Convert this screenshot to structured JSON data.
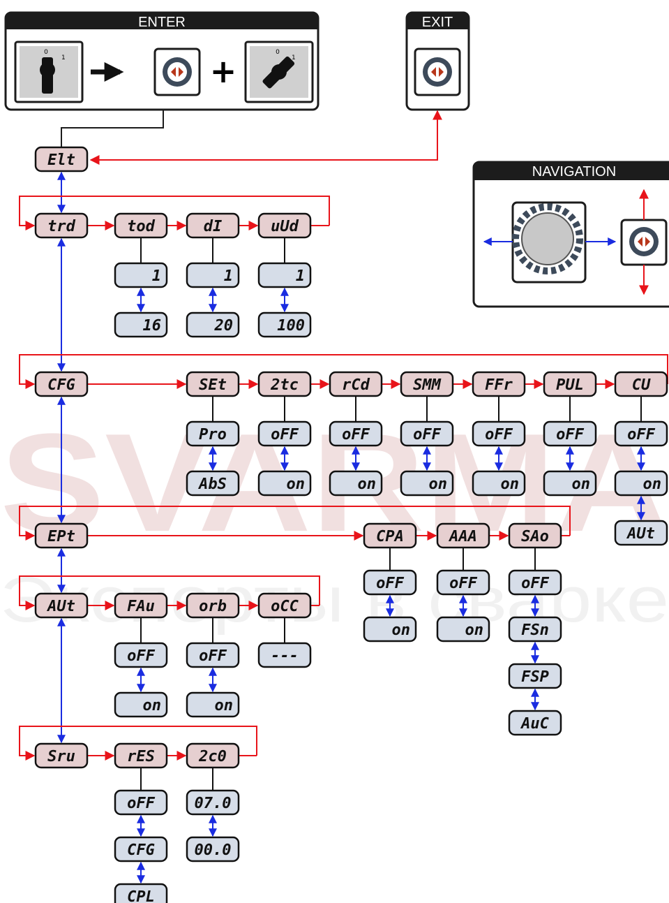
{
  "watermark": {
    "brand": "SVARMA",
    "tagline": "Эксперты в сварке",
    "color": "#e8c8c8"
  },
  "colors": {
    "red": "#e8141a",
    "blue": "#1a2ce0",
    "box_fill": "#d6dde8",
    "box_fill_header": "#e6cfd0",
    "panel_dark": "#1c1c1c"
  },
  "panels": {
    "enter": {
      "title": "ENTER"
    },
    "exit": {
      "title": "EXIT"
    },
    "navigation": {
      "title": "NAVIGATION"
    }
  },
  "switches": {
    "labels": [
      "0",
      "1"
    ]
  },
  "menu": {
    "root": "Elt",
    "trd": {
      "title": "trd",
      "items": [
        {
          "title": "tod",
          "values": [
            "1",
            "16"
          ]
        },
        {
          "title": "dI",
          "values": [
            "1",
            "20"
          ]
        },
        {
          "title": "uUd",
          "values": [
            "1",
            "100"
          ]
        }
      ]
    },
    "cfg": {
      "title": "CFG",
      "items": [
        {
          "title": "SEt",
          "values": [
            "Pro",
            "AbS"
          ]
        },
        {
          "title": "2tc",
          "values": [
            "oFF",
            "on"
          ]
        },
        {
          "title": "rCd",
          "values": [
            "oFF",
            "on"
          ]
        },
        {
          "title": "SMM",
          "values": [
            "oFF",
            "on"
          ]
        },
        {
          "title": "FFr",
          "values": [
            "oFF",
            "on"
          ]
        },
        {
          "title": "PUL",
          "values": [
            "oFF",
            "on"
          ]
        },
        {
          "title": "CU",
          "values": [
            "oFF",
            "on",
            "AUt"
          ]
        }
      ]
    },
    "ept": {
      "title": "EPt",
      "items": [
        {
          "title": "CPA",
          "values": [
            "oFF",
            "on"
          ]
        },
        {
          "title": "AAA",
          "values": [
            "oFF",
            "on"
          ]
        },
        {
          "title": "SAo",
          "values": [
            "oFF",
            "FSn",
            "FSP",
            "AuC"
          ]
        }
      ]
    },
    "aut": {
      "title": "AUt",
      "items": [
        {
          "title": "FAu",
          "values": [
            "oFF",
            "on"
          ]
        },
        {
          "title": "orb",
          "values": [
            "oFF",
            "on"
          ]
        },
        {
          "title": "oCC",
          "values": [
            "---"
          ]
        }
      ]
    },
    "sru": {
      "title": "Sru",
      "items": [
        {
          "title": "rES",
          "values": [
            "oFF",
            "CFG",
            "CPL"
          ]
        },
        {
          "title": "2c0",
          "values": [
            "07.0",
            "00.0"
          ]
        }
      ]
    }
  }
}
